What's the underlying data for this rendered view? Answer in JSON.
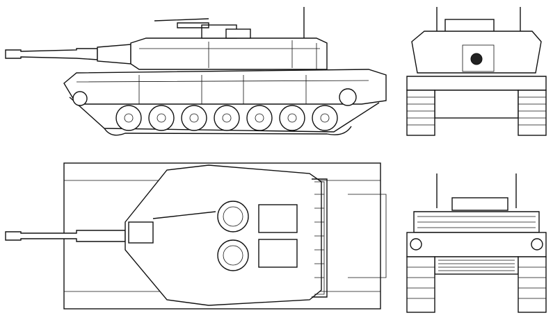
{
  "colors": {
    "background": "#ffffff",
    "line": "#111111"
  },
  "views": [
    {
      "id": "side"
    },
    {
      "id": "front"
    },
    {
      "id": "top"
    },
    {
      "id": "rear"
    }
  ]
}
